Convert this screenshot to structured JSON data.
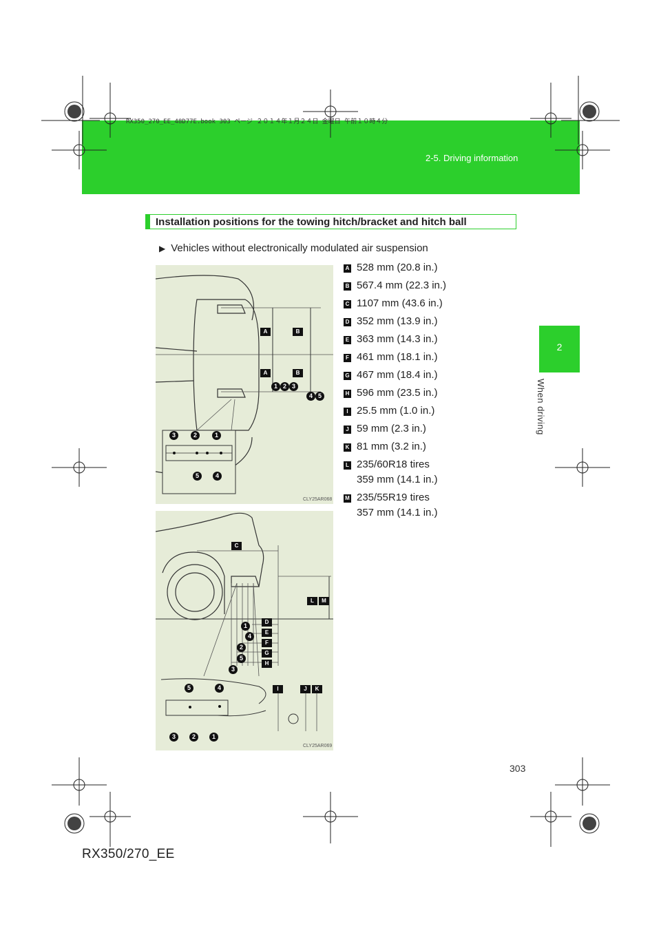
{
  "header": {
    "meta": "RX350_270_EE_48D77E.book   303 ページ   ２０１４年１月２４日   金曜日   午前１０時４分",
    "section": "2-5. Driving information"
  },
  "chapter": {
    "number": "2",
    "label": "When driving"
  },
  "title": "Installation positions for the towing hitch/bracket and hitch ball",
  "variant": "Vehicles without electronically modulated air suspension",
  "specs": [
    {
      "key": "A",
      "text": "528 mm (20.8 in.)"
    },
    {
      "key": "B",
      "text": "567.4 mm (22.3 in.)"
    },
    {
      "key": "C",
      "text": "1107 mm (43.6 in.)"
    },
    {
      "key": "D",
      "text": "352 mm (13.9 in.)"
    },
    {
      "key": "E",
      "text": "363 mm (14.3 in.)"
    },
    {
      "key": "F",
      "text": "461 mm (18.1 in.)"
    },
    {
      "key": "G",
      "text": "467 mm (18.4 in.)"
    },
    {
      "key": "H",
      "text": "596 mm (23.5 in.)"
    },
    {
      "key": "I",
      "text": "25.5 mm (1.0 in.)"
    },
    {
      "key": "J",
      "text": "59 mm (2.3 in.)"
    },
    {
      "key": "K",
      "text": "81 mm (3.2 in.)"
    },
    {
      "key": "L",
      "text": "235/60R18 tires",
      "text2": "359 mm (14.1 in.)"
    },
    {
      "key": "M",
      "text": "235/55R19 tires",
      "text2": "357 mm (14.1 in.)"
    }
  ],
  "figures": {
    "top_code": "CLY25AR068",
    "side_code": "CLY25AR069",
    "labels": {
      "a": "A",
      "b": "B",
      "c": "C",
      "d": "D",
      "e": "E",
      "f": "F",
      "g": "G",
      "h": "H",
      "i": "I",
      "j": "J",
      "k": "K",
      "l": "L",
      "m": "M",
      "n1": "1",
      "n2": "2",
      "n3": "3",
      "n4": "4",
      "n5": "5"
    }
  },
  "page": {
    "number": "303",
    "model": "RX350/270_EE"
  }
}
